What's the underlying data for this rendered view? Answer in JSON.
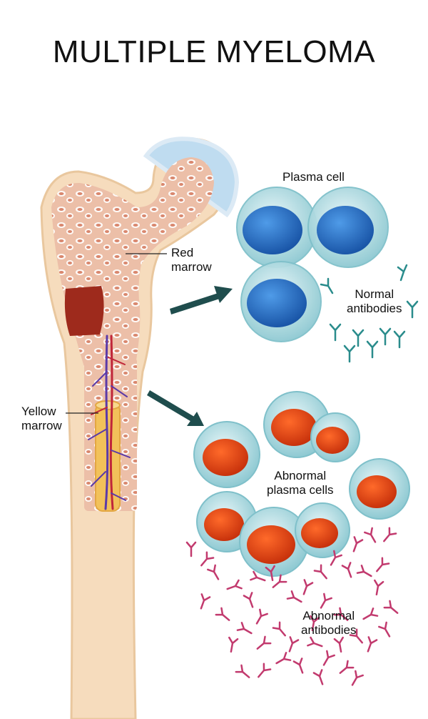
{
  "title": "MULTIPLE MYELOMA",
  "labels": {
    "red_marrow_1": "Red",
    "red_marrow_2": "marrow",
    "yellow_marrow_1": "Yellow",
    "yellow_marrow_2": "marrow",
    "plasma_cell": "Plasma cell",
    "normal_antibodies_1": "Normal",
    "normal_antibodies_2": "antibodies",
    "abnormal_plasma_1": "Abnormal",
    "abnormal_plasma_2": "plasma cells",
    "abnormal_antibodies_1": "Abnormal",
    "abnormal_antibodies_2": "antibodies"
  },
  "colors": {
    "bone": "#f6dcbd",
    "cartilage": "#bfdcf0",
    "spongy": "#e9b8a0",
    "lesion": "#9e2a1c",
    "normal_nucleus": "#2f76c9",
    "abnormal_nucleus": "#e24a17",
    "cell_membrane": "#9fd2d8",
    "normal_antibody": "#2a8c8c",
    "abnormal_antibody": "#c23a6e",
    "arrow": "#1f4d4d"
  }
}
